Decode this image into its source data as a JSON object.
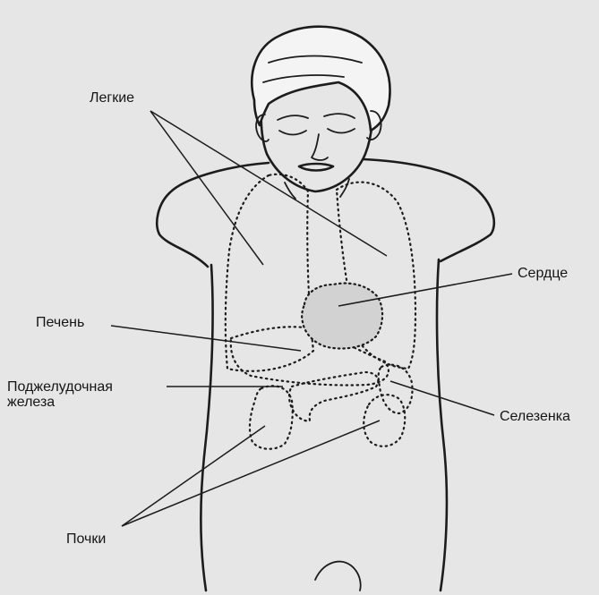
{
  "labels": {
    "lungs": "Легкие",
    "heart": "Сердце",
    "liver": "Печень",
    "pancreas_line1": "Поджелудочная",
    "pancreas_line2": "железа",
    "spleen": "Селезенка",
    "kidneys": "Почки"
  },
  "colors": {
    "background": "#e6e6e6",
    "ink": "#1c1c1c"
  }
}
